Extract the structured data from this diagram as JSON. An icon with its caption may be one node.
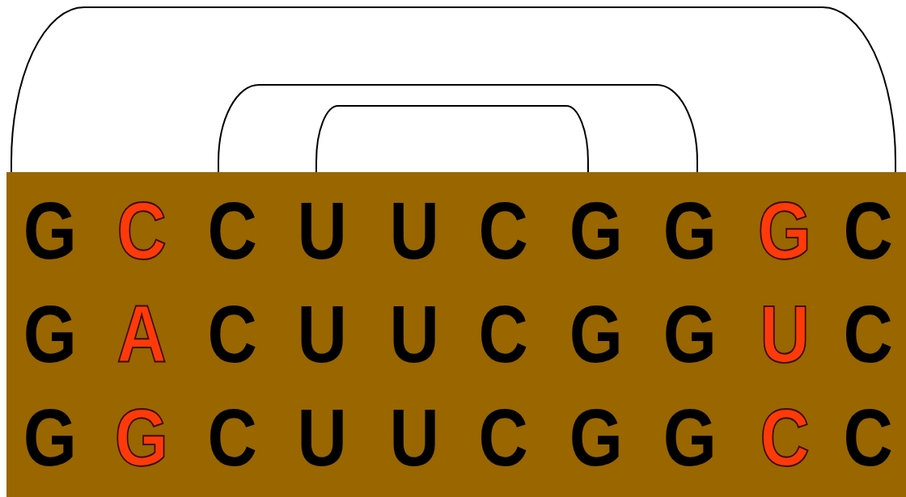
{
  "diagram": {
    "nodes": [
      {
        "text": [],
        "shape": "box"
      },
      {
        "text": [
          "G",
          "G",
          "G"
        ],
        "in": 0
      },
      {
        "text": [
          "C",
          "A",
          "G"
        ],
        "in": 0
      },
      {
        "text": [
          "C",
          "C",
          "C"
        ],
        "in": 0
      },
      {
        "text": [
          "U",
          "U",
          "U"
        ],
        "in": 0
      },
      {
        "text": [
          "U",
          "U",
          "U"
        ],
        "in": 0
      },
      {
        "text": [
          "C",
          "C",
          "C"
        ],
        "in": 0
      },
      {
        "text": [
          "G",
          "G",
          "G"
        ],
        "in": 0
      },
      {
        "text": [
          "G",
          "G",
          "G"
        ],
        "in": 0
      },
      {
        "text": [
          "G",
          "U",
          "C"
        ],
        "in": 0
      },
      {
        "text": [
          "C",
          "C",
          "C"
        ],
        "in": 0
      }
    ],
    "edges": [
      {
        "from": 1,
        "to": 10,
        "arrow": "none"
      },
      {
        "from": 3,
        "to": 8,
        "arrow": "none"
      },
      {
        "from": 4,
        "to": 7,
        "arrow": "none"
      }
    ]
  }
}
